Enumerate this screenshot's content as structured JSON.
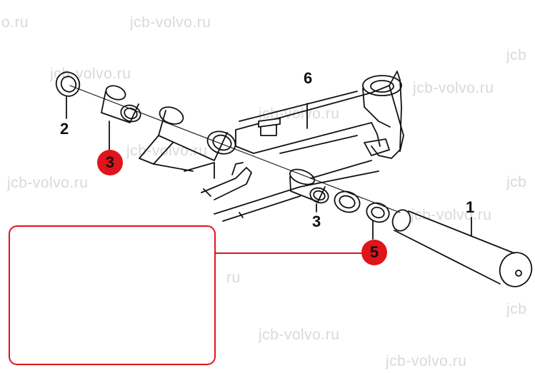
{
  "watermark_text": "jcb-volvo.ru",
  "watermark_partial_left": "o.ru",
  "watermark_partial_right": "jcb",
  "watermark_partial_small": "ru",
  "callouts": {
    "pin": "1",
    "seal": "2",
    "bushing_upper": "3",
    "bushing_lower": "3",
    "washer": "5",
    "arm": "6"
  },
  "colors": {
    "highlight": "#e0141b",
    "washer_green": "#1f7a4a",
    "line": "#111111",
    "watermark": "#d9d9d9"
  }
}
